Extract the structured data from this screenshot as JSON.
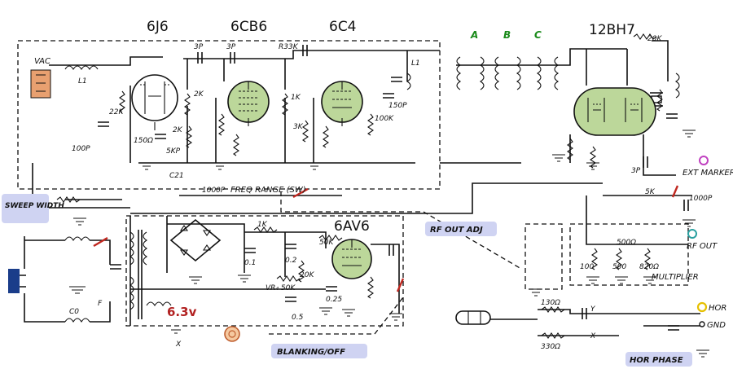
{
  "tubes": {
    "t1": "6J6",
    "t2": "6CB6",
    "t3": "6C4",
    "t4": "12BH7",
    "t5": "6AV6"
  },
  "coils": {
    "a": "A",
    "b": "B",
    "c": "C"
  },
  "labels": {
    "sweep_width": "SWEEP WIDTH",
    "freq_range": "FREQ RANGE (SW)",
    "rf_out_adj": "RF OUT ADJ",
    "ext_marker": "EXT MARKER",
    "rf_out": "RF OUT",
    "multiplier": "MULTIPLIER",
    "blanking": "BLANKING/OFF",
    "hor": "HOR",
    "gnd": "GND",
    "hor_phase": "HOR PHASE",
    "vac": "VAC",
    "filament": "6.3v"
  },
  "components": {
    "c_3p_a": "3P",
    "c_3p_b": "3P",
    "r_33k": "R33K",
    "l1": "L1",
    "l1b": "L1",
    "r_22k": "22K",
    "r_150": "150Ω",
    "c_100p": "100P",
    "c_5kp": "5KP",
    "r_2k": "2K",
    "r_2k_b": "2K",
    "r_1k": "1K",
    "c_1000p": "1000P",
    "r_3k": "3K",
    "c_150p": "150P",
    "r_100k": "100K",
    "r_5k": "5K",
    "c_1000p_b": "1000P",
    "c_3p_c": "3P",
    "r_20k": "20K",
    "c_01": "0.1",
    "c_02": "0.2",
    "r_1k_b": "1K",
    "r_50k": "50K",
    "r_20k_b": "20K",
    "c_025": "0.25",
    "c_05": "0.5",
    "vr4": "VR₄ 50K",
    "r_500": "500",
    "r_100": "100",
    "r_500b": "500Ω",
    "r_820": "820Ω",
    "r_130": "130Ω",
    "r_330": "330Ω",
    "f": "F",
    "c0": "C0",
    "c21": "C21",
    "x": "X",
    "y": "Y"
  },
  "colors": {
    "tube_fill": "#bcd79a",
    "tag_bg": "#cfd3f2",
    "switch": "#c0271f",
    "voltage": "#b22222",
    "coil_label": "#1a8a1a",
    "jack_marker": "#e6c000",
    "jack_ext": "#c040c0",
    "jack_rf": "#2aa0a0",
    "vac_plug": "#e8a070",
    "lamp": "#e09060"
  }
}
